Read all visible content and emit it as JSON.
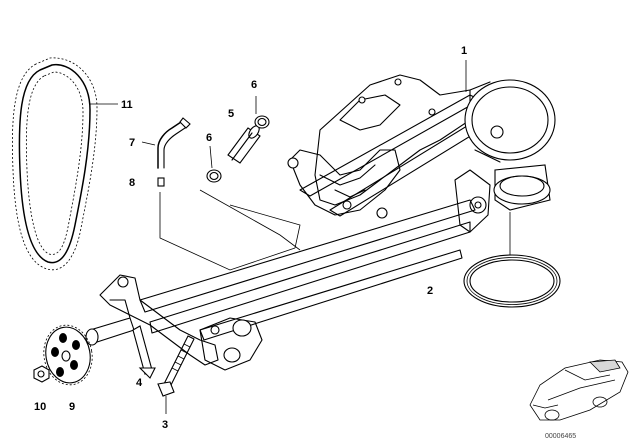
{
  "diagram": {
    "callouts": {
      "c1": "1",
      "c2": "2",
      "c3": "3",
      "c4": "4",
      "c5": "5",
      "c6a": "6",
      "c6b": "6",
      "c7": "7",
      "c8": "8",
      "c9": "9",
      "c10": "10",
      "c11": "11"
    },
    "footer_code": "00006465"
  }
}
